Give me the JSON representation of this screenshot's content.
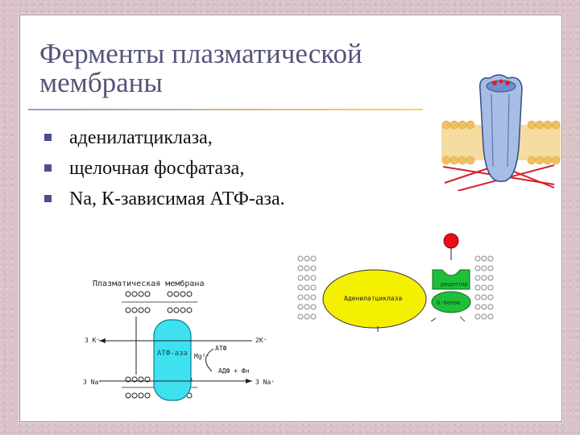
{
  "slide": {
    "title_lines": [
      "Ферменты плазматической",
      "мембраны"
    ],
    "bullets": [
      "аденилатциклаза,",
      "щелочная фосфатаза,",
      "Na, К-зависимая АТФ-аза."
    ]
  },
  "figure_atpase": {
    "caption": "Плазматическая мембрана",
    "enzyme_label": "АТФ-аза",
    "left_top": "3 K⁺",
    "right_top": "2K⁺",
    "atp": "АТФ",
    "mg": "Mg²⁺",
    "products": "АДФ + Фн",
    "left_bottom": "3 Na⁺",
    "right_bottom": "3 Na⁺"
  },
  "figure_adenylate": {
    "enzyme_label": "Аденилатциклаза",
    "receptor_label": "рецептор",
    "g_protein_label": "G-белок"
  },
  "colors": {
    "title": "#55557a",
    "bullet_marker": "#4a4f8f",
    "channel_blue": "#9fb6e0",
    "enzyme_yellow": "#f5f000",
    "receptor_green": "#1fbf3a",
    "atpase_cyan": "#3fe0f0"
  }
}
